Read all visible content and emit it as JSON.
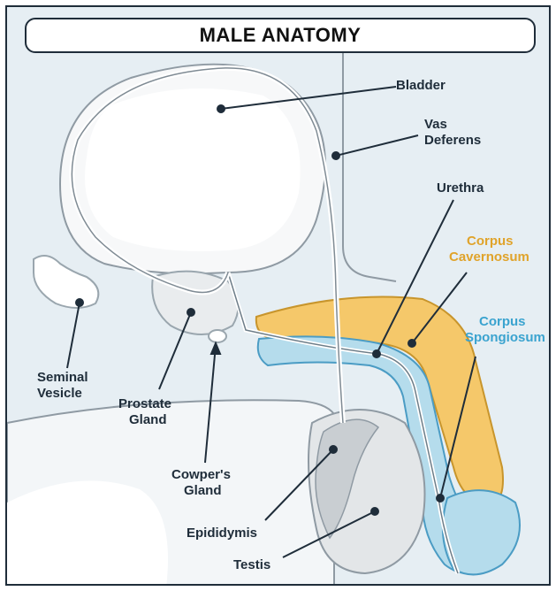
{
  "title": "MALE ANATOMY",
  "labels": {
    "bladder": "Bladder",
    "vas_deferens_1": "Vas",
    "vas_deferens_2": "Deferens",
    "urethra": "Urethra",
    "corpus_cavernosum_1": "Corpus",
    "corpus_cavernosum_2": "Cavernosum",
    "corpus_spongiosum_1": "Corpus",
    "corpus_spongiosum_2": "Spongiosum",
    "seminal_vesicle_1": "Seminal",
    "seminal_vesicle_2": "Vesicle",
    "prostate_gland_1": "Prostate",
    "prostate_gland_2": "Gland",
    "cowpers_gland_1": "Cowper's",
    "cowpers_gland_2": "Gland",
    "epididymis": "Epididymis",
    "testis": "Testis"
  },
  "colors": {
    "outline": "#1f2d3a",
    "cavernosum": "#e0a32a",
    "spongiosum": "#3aa3cf"
  }
}
